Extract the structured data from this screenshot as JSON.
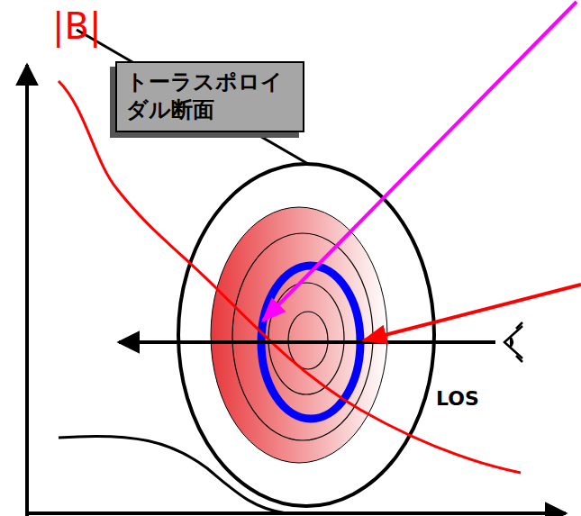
{
  "diagram": {
    "nodes": [
      {
        "text": [
          "トーラスポロイダル断面"
        ]
      }
    ],
    "labels": [
      "|B|",
      "LOS"
    ]
  }
}
